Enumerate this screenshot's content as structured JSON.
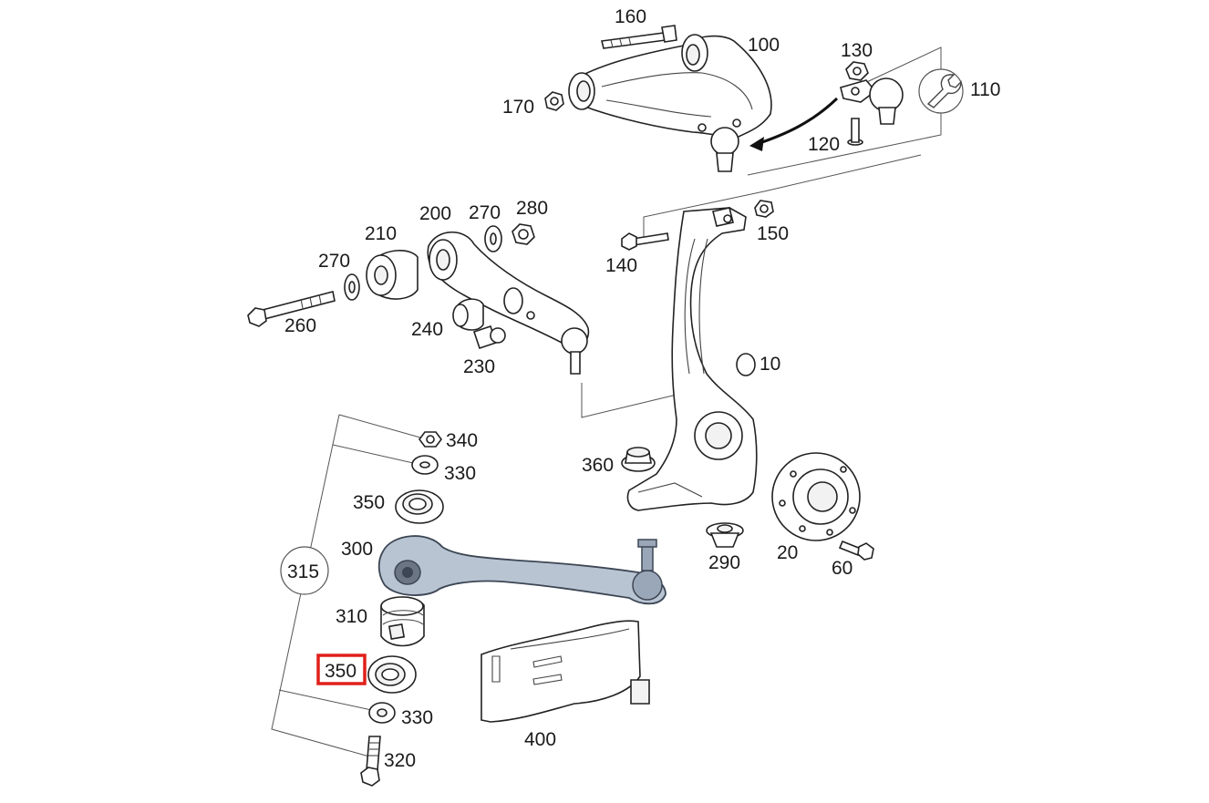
{
  "diagram": {
    "highlight_color": "#e0201b",
    "labels": {
      "p10": "10",
      "p20": "20",
      "p60": "60",
      "p100": "100",
      "p110": "110",
      "p120": "120",
      "p130": "130",
      "p140": "140",
      "p150": "150",
      "p160": "160",
      "p170": "170",
      "p200": "200",
      "p210": "210",
      "p230": "230",
      "p240": "240",
      "p260": "260",
      "p270a": "270",
      "p270b": "270",
      "p280": "280",
      "p290": "290",
      "p300": "300",
      "p310": "310",
      "p315": "315",
      "p320": "320",
      "p330a": "330",
      "p330b": "330",
      "p340": "340",
      "p350a": "350",
      "p350b": "350",
      "p360": "360",
      "p400": "400"
    },
    "selected_part": "350",
    "icons": [
      "wrench-icon"
    ]
  }
}
